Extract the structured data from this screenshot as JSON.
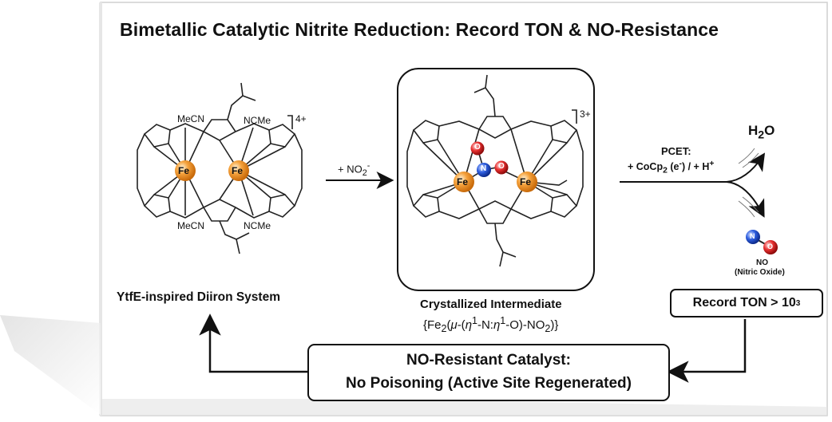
{
  "title": "Bimetallic Catalytic Nitrite Reduction: Record TON & NO-Resistance",
  "left_complex": {
    "caption": "YtfE-inspired Diiron System",
    "charge": "4+",
    "metal_labels": [
      "Fe",
      "Fe"
    ],
    "ligand_labels": [
      "MeCN",
      "NCMe",
      "MeCN",
      "NCMe"
    ]
  },
  "step1": {
    "reagent_main": "+ NO",
    "reagent_sub": "2",
    "reagent_sup": "-"
  },
  "intermediate": {
    "caption": "Crystallized Intermediate",
    "formula_a": "{Fe",
    "formula_b": "2",
    "formula_c": "(",
    "formula_mu": "μ",
    "formula_d": "-(",
    "formula_eta1": "η",
    "formula_sup1": "1",
    "formula_e": "-N:",
    "formula_eta2": "η",
    "formula_sup2": "1",
    "formula_f": "-O)-NO",
    "formula_sub3": "2",
    "formula_g": ")}",
    "charge": "3+",
    "metal_labels": [
      "Fe",
      "Fe"
    ],
    "nitrite_atoms": [
      "O",
      "N",
      "O"
    ]
  },
  "step2": {
    "label_line1": "PCET:",
    "label_line2_a": "+ CoCp",
    "label_line2_sub": "2",
    "label_line2_b": " (e",
    "label_line2_sup": "-",
    "label_line2_c": ") / + H",
    "label_line2_sup2": "+"
  },
  "products": {
    "water_a": "H",
    "water_sub": "2",
    "water_b": "O",
    "no_atom_n": "N",
    "no_atom_o": "O",
    "no_label": "NO",
    "no_note": "(Nitric Oxide)"
  },
  "ton_box": {
    "text": "Record TON > 10",
    "sup": "3"
  },
  "bottom_box": {
    "line1": "NO-Resistant Catalyst:",
    "line2": "No Poisoning (Active Site Regenerated)"
  },
  "colors": {
    "fe_orange": "#f0932b",
    "nitrogen_blue": "#1f4fd1",
    "oxygen_red": "#e02424",
    "bond_black": "#222222",
    "arrow_black": "#111111"
  }
}
